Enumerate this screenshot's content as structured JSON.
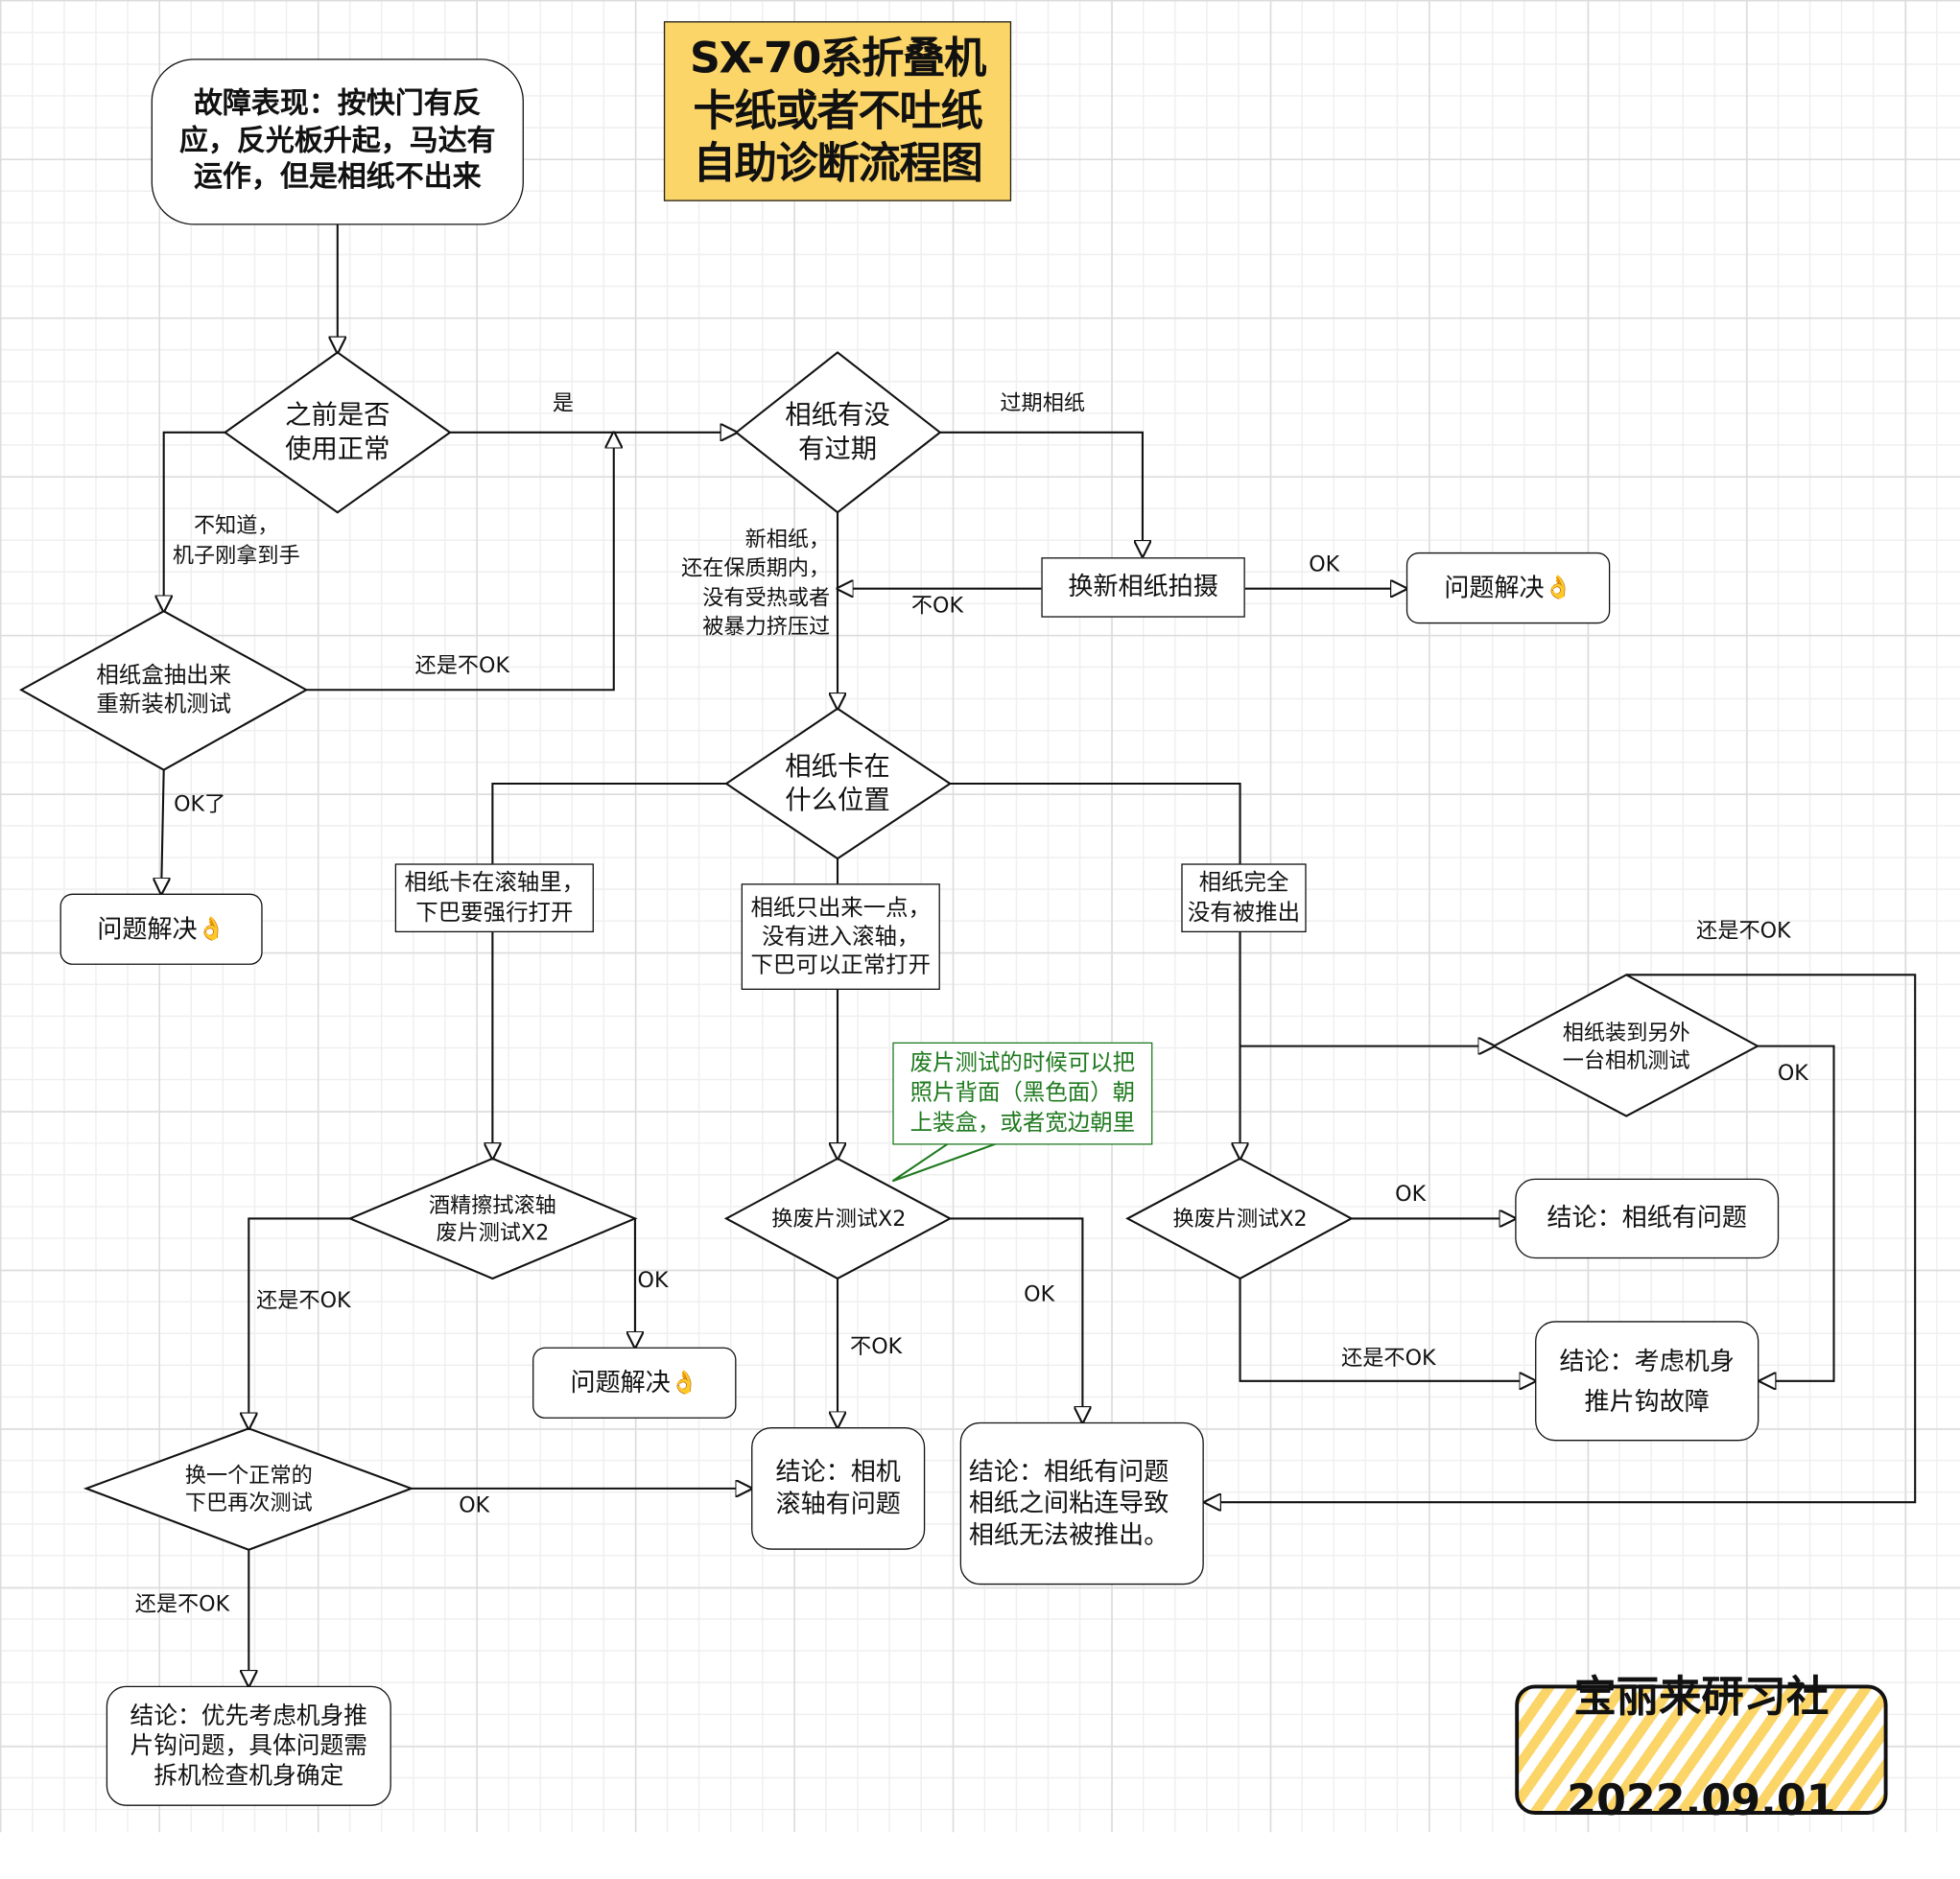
{
  "title": "SX-70系折叠机\n卡纸或者不吐纸\n自助诊断流程图",
  "signature": {
    "name": "宝丽来研习社",
    "date": "2022.09.01"
  },
  "colors": {
    "title_bg": "#fcd568",
    "callout": "#1f7a1f",
    "line": "#111111",
    "grid": "#dcdcdc"
  },
  "nodes": {
    "start": "故障表现：按快门有反\n应，反光板升起，马达有\n运作，但是相纸不出来",
    "d_used_normally": "之前是否\n使用正常",
    "d_expired": "相纸有没\n有过期",
    "replace_film": "换新相纸拍摄",
    "solved_1": "问题解决",
    "d_reload": "相纸盒抽出来\n重新装机测试",
    "solved_2": "问题解决",
    "d_where_stuck": "相纸卡在\n什么位置",
    "case_roller": "相纸卡在滚轴里，\n下巴要强行打开",
    "case_partial": "相纸只出来一点，\n没有进入滚轴，\n下巴可以正常打开",
    "case_none": "相纸完全\n没有被推出",
    "d_alcohol": "酒精擦拭滚轴\n废片测试X2",
    "solved_3": "问题解决",
    "d_scrap_mid": "换废片测试X2",
    "d_scrap_right": "换废片测试X2",
    "d_other_camera": "相纸装到另外\n一台相机测试",
    "concl_film_right": "结论：相纸有问题",
    "concl_pusher": "结论：考虑机身\n推片钩故障",
    "d_other_jaw": "换一个正常的\n下巴再次测试",
    "concl_roller": "结论：相机\n滚轴有问题",
    "concl_film_stuck": "结论：相纸有问题\n相纸之间粘连导致\n相纸无法被推出。",
    "concl_body": "结论：优先考虑机身推\n片钩问题，具体问题需\n拆机检查机身确定"
  },
  "ok_emoji": "👌",
  "callout": "废片测试的时候可以把\n照片背面（黑色面）朝\n上装盒，或者宽边朝里",
  "edge_labels": {
    "yes": "是",
    "expired_film": "过期相纸",
    "unknown_new": "不知道，\n机子刚拿到手",
    "still_not_ok_1": "还是不OK",
    "ok_le": "OK了",
    "ok_replace": "OK",
    "not_ok_replace": "不OK",
    "new_film": "新相纸，\n还在保质期内，\n没有受热或者\n被暴力挤压过",
    "still_not_ok_alcohol": "还是不OK",
    "ok_alcohol": "OK",
    "not_ok_mid": "不OK",
    "ok_mid": "OK",
    "ok_jaw": "OK",
    "still_not_ok_jaw": "还是不OK",
    "ok_right": "OK",
    "still_not_ok_right": "还是不OK",
    "ok_other_camera": "OK",
    "still_not_ok_other_camera": "还是不OK"
  }
}
